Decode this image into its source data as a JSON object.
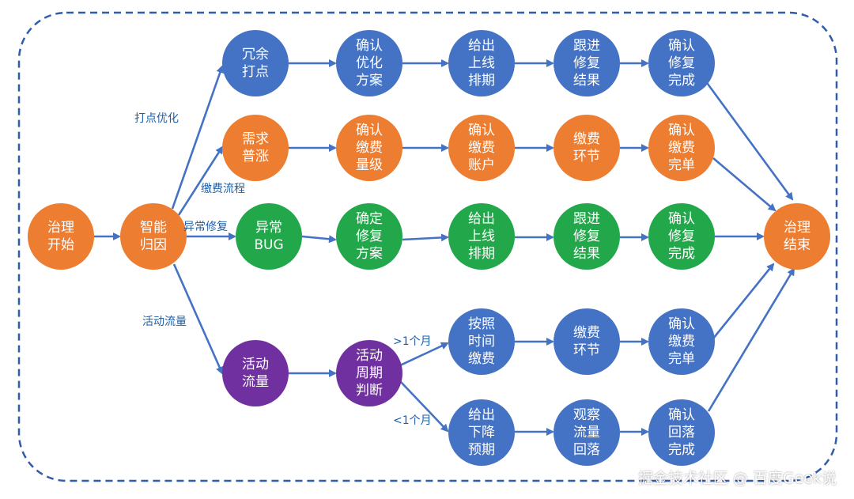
{
  "nodes": {
    "start": "治理\n开始",
    "attribution": "智能\n归因",
    "redundant": "冗余\n打点",
    "confirm_optimize": "确认\n优化\n方案",
    "schedule_release_1": "给出\n上线\n排期",
    "track_fix_1": "跟进\n修复\n结果",
    "confirm_fix_1": "确认\n修复\n完成",
    "demand_rise": "需求\n普涨",
    "confirm_fee_level": "确认\n缴费\n量级",
    "confirm_fee_account": "确认\n缴费\n账户",
    "fee_stage_1": "缴费\n环节",
    "confirm_fee_done_1": "确认\n缴费\n完单",
    "anomaly_bug": "异常\nBUG",
    "confirm_fix_plan": "确定\n修复\n方案",
    "schedule_release_2": "给出\n上线\n排期",
    "track_fix_2": "跟进\n修复\n结果",
    "confirm_fix_2": "确认\n修复\n完成",
    "activity_traffic": "活动\n流量",
    "cycle_judge": "活动\n周期\n判断",
    "pay_by_time": "按照\n时间\n缴费",
    "fee_stage_2": "缴费\n环节",
    "confirm_fee_done_2": "确认\n缴费\n完单",
    "give_decline": "给出\n下降\n预期",
    "observe_traffic": "观察\n流量\n回落",
    "confirm_fallback": "确认\n回落\n完成",
    "end": "治理\n结束"
  },
  "edge_labels": {
    "tracking_opt": "打点优化",
    "fee_flow": "缴费流程",
    "abnormal_fix": "异常修复",
    "activity_traffic": "活动流量",
    "over_month": ">1个月",
    "under_month": "<1个月"
  },
  "watermark": "掘金技术社区 @ 百度Geek说",
  "colors": {
    "blue": "#4472c4",
    "orange": "#ed7d31",
    "green": "#22a84a",
    "purple": "#7030a0",
    "arrow": "#4472c4",
    "border": "#2f5cac",
    "label": "#1f5fa8"
  }
}
